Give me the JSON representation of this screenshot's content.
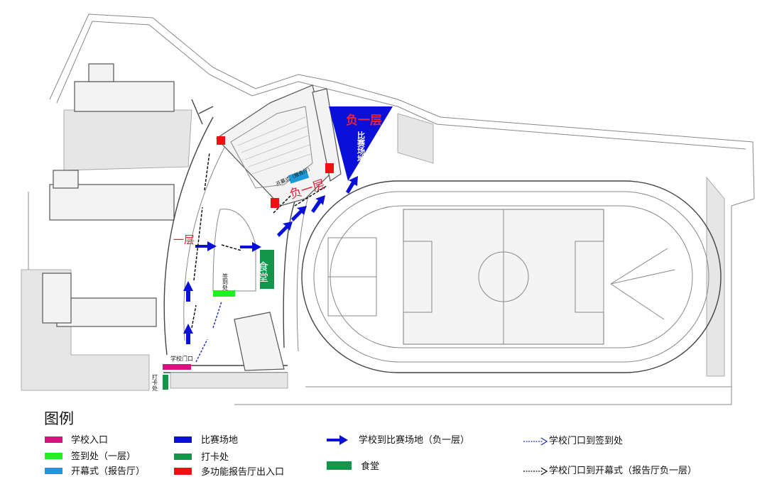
{
  "map": {
    "labels": {
      "first_floor": "一层",
      "basement_floor_venue": "负一层",
      "basement_floor_hall": "负一层",
      "competition_venue": "比赛场地",
      "opening_ceremony_small": "开幕式（报告厅）",
      "canteen": "食堂",
      "signin": "签到处",
      "school_gate": "学校门口",
      "checkin": "打卡处"
    }
  },
  "legend": {
    "title": "图例",
    "items": [
      {
        "label": "学校入口",
        "color": "#d6127f",
        "icon": "rect-swatch"
      },
      {
        "label": "签到处（一层）",
        "color": "#22ee22",
        "icon": "rect-swatch"
      },
      {
        "label": "开幕式（报告厅）",
        "color": "#1a9ad9",
        "icon": "rect-swatch"
      },
      {
        "label": "比赛场地",
        "color": "#0a10d8",
        "icon": "rect-swatch"
      },
      {
        "label": "打卡处",
        "color": "#13964a",
        "icon": "rect-swatch"
      },
      {
        "label": "多功能报告厅出入口",
        "color": "#ee1111",
        "icon": "rect-swatch"
      },
      {
        "label": "学校到比赛场地（负一层）",
        "color": "#0a10d8",
        "icon": "solid-arrow"
      },
      {
        "label": "食堂",
        "color": "#13964a",
        "icon": "rect-swatch"
      },
      {
        "label": "学校门口到签到处",
        "color": "#2233bb",
        "icon": "dashed-arrow"
      },
      {
        "label": "学校门口到开幕式（报告厅负一层）",
        "color": "#111111",
        "icon": "dashed-arrow"
      }
    ]
  }
}
